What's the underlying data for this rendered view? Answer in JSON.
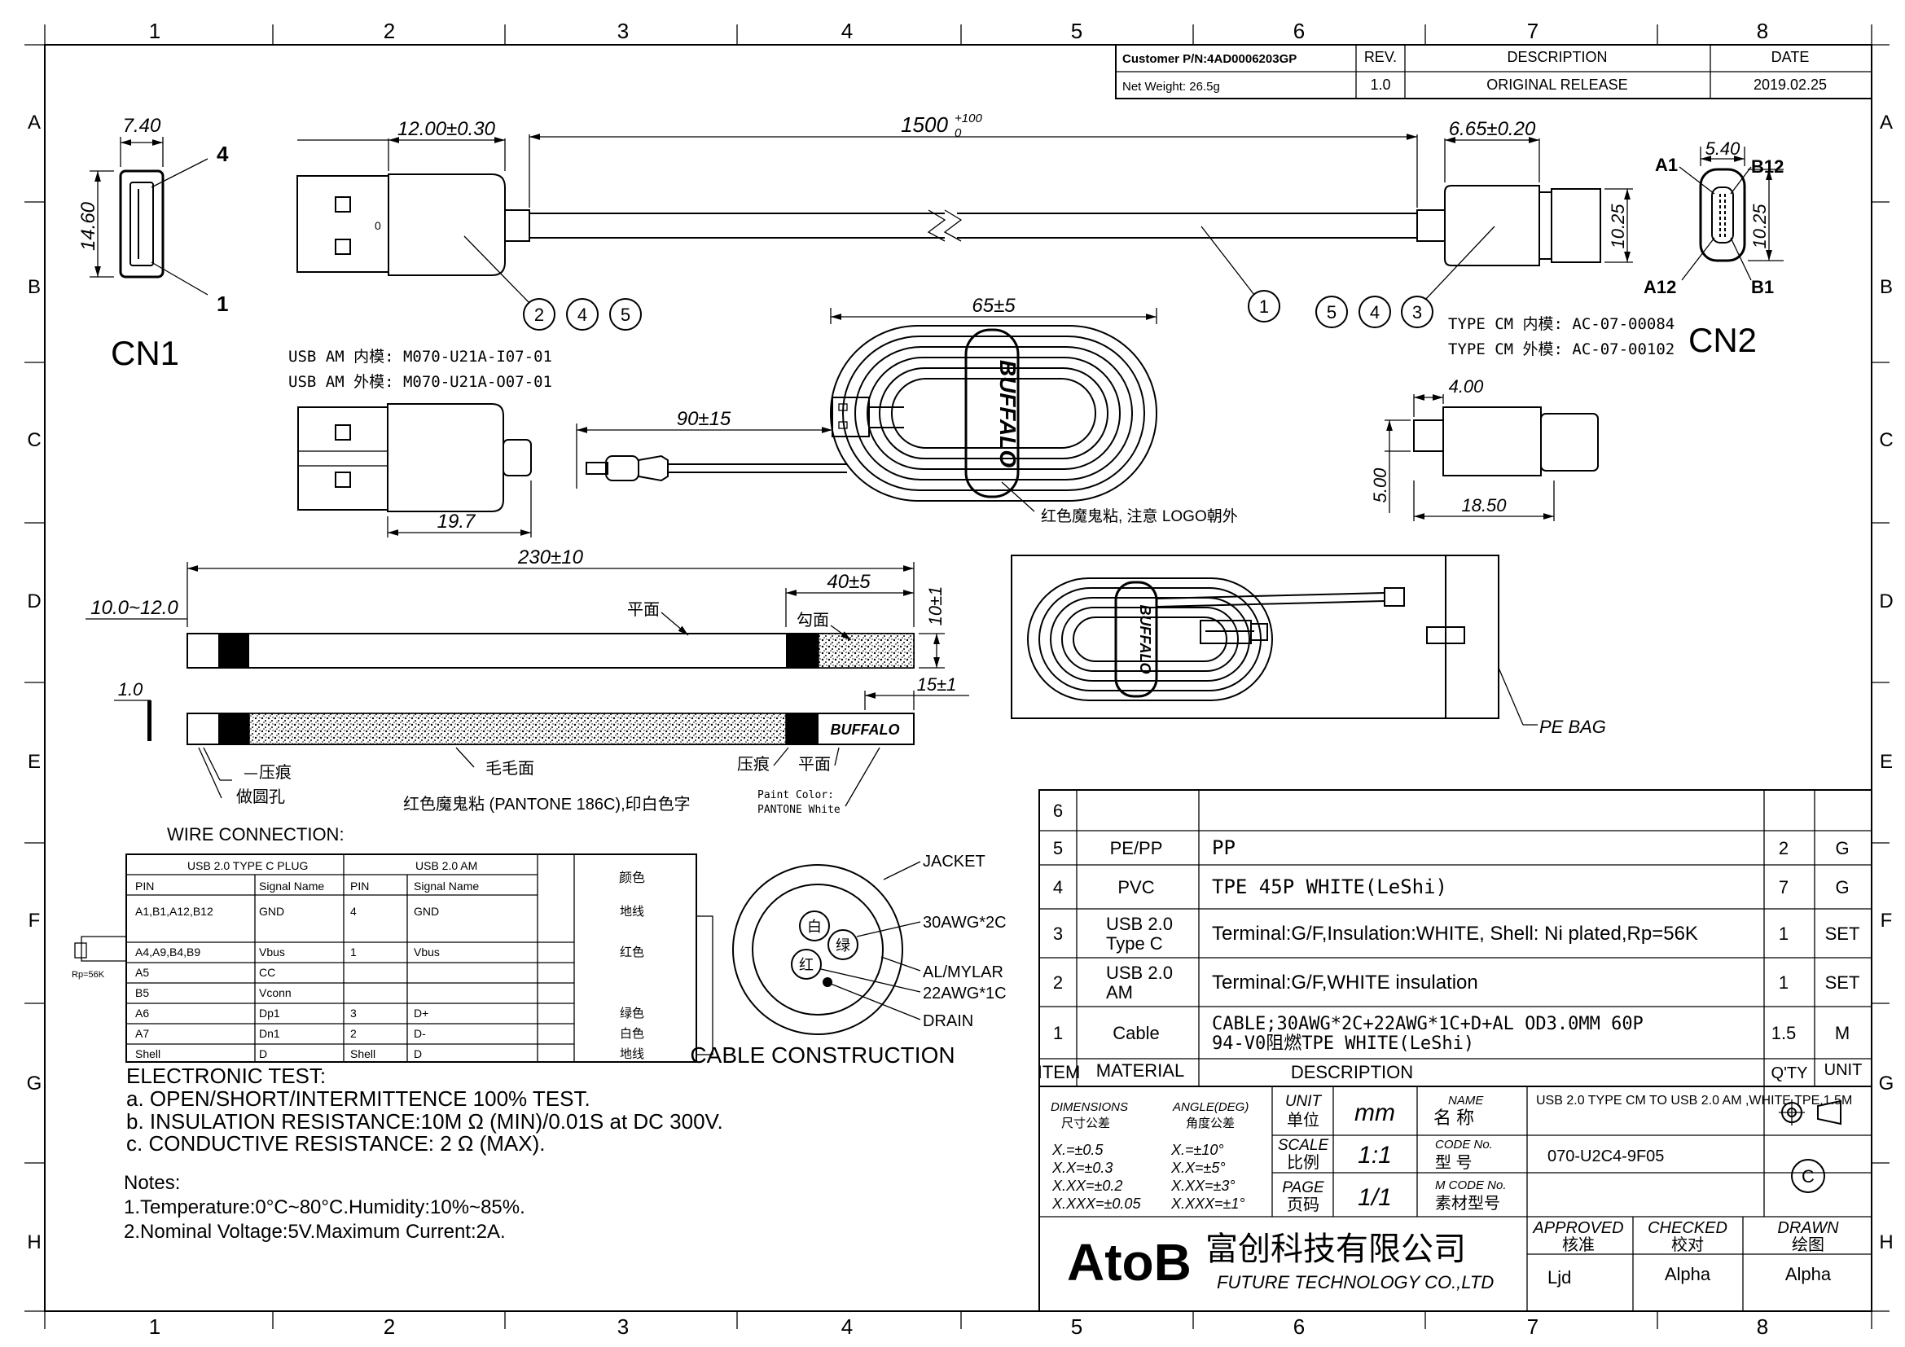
{
  "frame": {
    "col_labels": [
      "1",
      "2",
      "3",
      "4",
      "5",
      "6",
      "7",
      "8"
    ],
    "row_labels": [
      "A",
      "B",
      "C",
      "D",
      "E",
      "F",
      "G",
      "H"
    ]
  },
  "header_block": {
    "customer_pn": "Customer P/N:4AD0006203GP",
    "net_weight": "Net Weight: 26.5g",
    "rev_label": "REV.",
    "rev_value": "1.0",
    "desc_label": "DESCRIPTION",
    "desc_value": "ORIGINAL RELEASE",
    "date_label": "DATE",
    "date_value": "2019.02.25"
  },
  "cn1": {
    "title": "CN1",
    "width": "7.40",
    "height": "14.60",
    "pin_top": "4",
    "pin_bottom": "1"
  },
  "cable_view": {
    "am_length": "12.00±0.30",
    "cable_length": "1500",
    "cable_tol_up": "+100",
    "cable_tol_down": "0",
    "cm_length": "6.65±0.20",
    "cm_height": "10.25",
    "balloons_left": [
      "2",
      "4",
      "5"
    ],
    "balloon_mid": "1",
    "balloons_right": [
      "5",
      "4",
      "3"
    ]
  },
  "cn2": {
    "title": "CN2",
    "width": "5.40",
    "height": "10.25",
    "pin_a1": "A1",
    "pin_b12": "B12",
    "pin_a12": "A12",
    "pin_b1": "B1"
  },
  "molds": {
    "am_inner": "USB AM 内模: M070-U21A-I07-01",
    "am_outer": "USB AM 外模: M070-U21A-O07-01",
    "cm_inner": "TYPE CM 内模: AC-07-00084",
    "cm_outer": "TYPE CM 外模: AC-07-00102"
  },
  "am_side": {
    "length": "19.7"
  },
  "coil": {
    "width": "65±5",
    "lead": "90±15",
    "brand": "BUFFALO",
    "note": "红色魔鬼粘, 注意 LOGO朝外"
  },
  "cm_side": {
    "d1": "4.00",
    "d2": "5.00",
    "d3": "18.50"
  },
  "strap": {
    "total": "230±10",
    "hook": "40±5",
    "end": "10.0~12.0",
    "height": "10±1",
    "thick": "1.0",
    "logo_len": "15±1",
    "flat": "平面",
    "hook_side": "勾面",
    "press": "压痕",
    "hole": "做圆孔",
    "fuzzy": "毛毛面",
    "press2": "压痕",
    "flat2": "平面",
    "paint": "Paint Color:",
    "paint2": "PANTONE White",
    "caption": "红色魔鬼粘 (PANTONE 186C),印白色字",
    "brand": "BUFFALO"
  },
  "pe_bag": {
    "label": "PE BAG"
  },
  "wire": {
    "title": "WIRE  CONNECTION:",
    "left_header": "USB 2.0 TYPE C PLUG",
    "right_header": "USB 2.0 AM",
    "color_header": "颜色",
    "cols": [
      "PIN",
      "Signal Name",
      "PIN",
      "Signal Name"
    ],
    "rows": [
      [
        "A1,B1,A12,B12",
        "GND",
        "4",
        "GND",
        "地线"
      ],
      [
        "A4,A9,B4,B9",
        "Vbus",
        "1",
        "Vbus",
        "红色"
      ],
      [
        "A5",
        "CC",
        "",
        "",
        ""
      ],
      [
        "B5",
        "Vconn",
        "",
        "",
        ""
      ],
      [
        "A6",
        "Dp1",
        "3",
        "D+",
        "绿色"
      ],
      [
        "A7",
        "Dn1",
        "2",
        "D-",
        "白色"
      ],
      [
        "Shell",
        "D",
        "Shell",
        "D",
        "地线"
      ]
    ],
    "resistor": "Rp=56K"
  },
  "cable_construction": {
    "title": "CABLE  CONSTRUCTION",
    "jacket": "JACKET",
    "awg30": "30AWG*2C",
    "mylar": "AL/MYLAR",
    "awg22": "22AWG*1C",
    "drain": "DRAIN",
    "white": "白",
    "green": "绿",
    "red": "红"
  },
  "tests": {
    "title": "ELECTRONIC TEST:",
    "a": "a. OPEN/SHORT/INTERMITTENCE 100% TEST.",
    "b": "b. INSULATION RESISTANCE:10M Ω (MIN)/0.01S at DC 300V.",
    "c": "c. CONDUCTIVE RESISTANCE: 2 Ω (MAX).",
    "notes_title": "Notes:",
    "note1": "1.Temperature:0°C~80°C.Humidity:10%~85%.",
    "note2": "2.Nominal  Voltage:5V.Maximum  Current:2A."
  },
  "bom": {
    "rows": [
      {
        "item": "6",
        "material": "",
        "desc": "",
        "qty": "",
        "unit": ""
      },
      {
        "item": "5",
        "material": "PE/PP",
        "desc": "PP",
        "qty": "2",
        "unit": "G"
      },
      {
        "item": "4",
        "material": "PVC",
        "desc": "TPE  45P  WHITE(LeShi)",
        "qty": "7",
        "unit": "G"
      },
      {
        "item": "3",
        "material": "USB 2.0\nType C",
        "desc": "Terminal:G/F,Insulation:WHITE, Shell: Ni plated,Rp=56K",
        "qty": "1",
        "unit": "SET"
      },
      {
        "item": "2",
        "material": "USB 2.0\nAM",
        "desc": "Terminal:G/F,WHITE insulation",
        "qty": "1",
        "unit": "SET"
      },
      {
        "item": "1",
        "material": "Cable",
        "desc": "CABLE;30AWG*2C+22AWG*1C+D+AL  OD3.0MM  60P\n94-V0阻燃TPE  WHITE(LeShi)",
        "qty": "1.5",
        "unit": "M"
      }
    ],
    "h_item": "ITEM",
    "h_material": "MATERIAL",
    "h_desc": "DESCRIPTION",
    "h_qty": "Q'TY",
    "h_unit": "UNIT"
  },
  "title_block": {
    "dim_label": "DIMENSIONS",
    "dim_cn": "尺寸公差",
    "ang_label": "ANGLE(DEG)",
    "ang_cn": "角度公差",
    "tol": [
      "X.=±0.5",
      "X.X=±0.3",
      "X.XX=±0.2",
      "X.XXX=±0.05"
    ],
    "atol": [
      "X.=±10°",
      "X.X=±5°",
      "X.XX=±3°",
      "X.XXX=±1°"
    ],
    "unit_label": "UNIT",
    "unit_cn": "单位",
    "unit_value": "mm",
    "scale_label": "SCALE",
    "scale_cn": "比例",
    "scale_value": "1:1",
    "page_label": "PAGE",
    "page_cn": "页码",
    "page_value": "1/1",
    "name_label": "NAME",
    "name_cn": "名   称",
    "name_value": "USB 2.0 TYPE CM TO USB 2.0 AM ,WHITE TPE,1.5M",
    "code_label": "CODE No.",
    "code_cn": "型   号",
    "code_value": "070-U2C4-9F05",
    "mcode_label": "M CODE No.",
    "mcode_cn": "素材型号",
    "mcode_value": "",
    "logo": "AtoB",
    "company_cn": "富创科技有限公司",
    "company_en": "FUTURE  TECHNOLOGY  CO.,LTD",
    "approved": "APPROVED",
    "approved_cn": "核准",
    "approved_by": "Ljd",
    "checked": "CHECKED",
    "checked_cn": "校对",
    "checked_by": "Alpha",
    "drawn": "DRAWN",
    "drawn_cn": "绘图",
    "drawn_by": "Alpha",
    "copyright": "C"
  }
}
